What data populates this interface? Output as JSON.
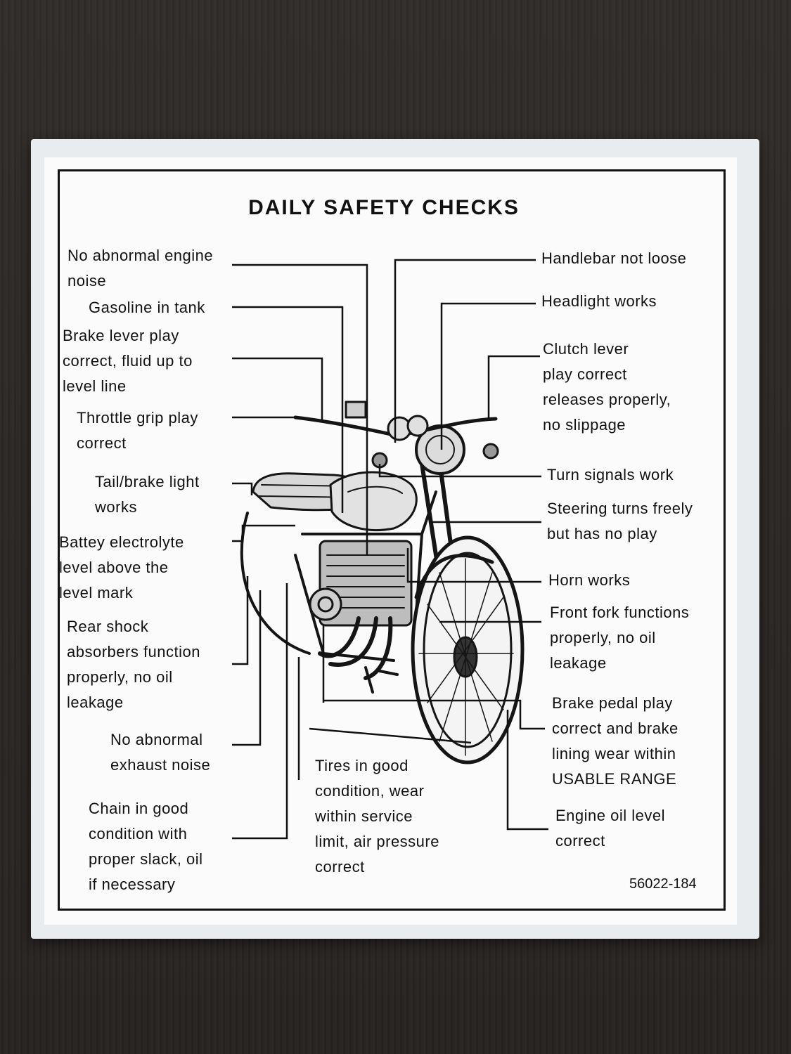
{
  "title": "DAILY SAFETY CHECKS",
  "part_number": "56022-184",
  "checks": {
    "engine_noise": "No abnormal engine\nnoise",
    "gasoline": "Gasoline in tank",
    "brake_lever": "Brake lever play\ncorrect,  fluid up to\nlevel line",
    "throttle": "Throttle grip play\ncorrect",
    "tail_light": "Tail/brake light\nworks",
    "battery": "Battey  electrolyte\nlevel above the\nlevel mark",
    "rear_shock": "Rear shock\nabsorbers function\nproperly, no oil\nleakage",
    "exhaust": "No abnormal\nexhaust noise",
    "chain": "Chain in good\ncondition  with\nproper slack, oil\nif necessary",
    "tires": "Tires in good\ncondition, wear\nwithin service\nlimit, air pressure\ncorrect",
    "handlebar": "Handlebar not loose",
    "headlight": "Headlight works",
    "clutch": "Clutch lever\nplay correct\nreleases properly,\nno slippage",
    "turn_signals": "Turn signals work",
    "steering": "Steering turns freely\nbut has no play",
    "horn": "Horn works",
    "front_fork": "Front fork functions\nproperly, no oil\nleakage",
    "brake_pedal": "Brake pedal play\ncorrect and brake\nlining wear within\nUSABLE RANGE",
    "engine_oil": "Engine oil level\ncorrect"
  }
}
